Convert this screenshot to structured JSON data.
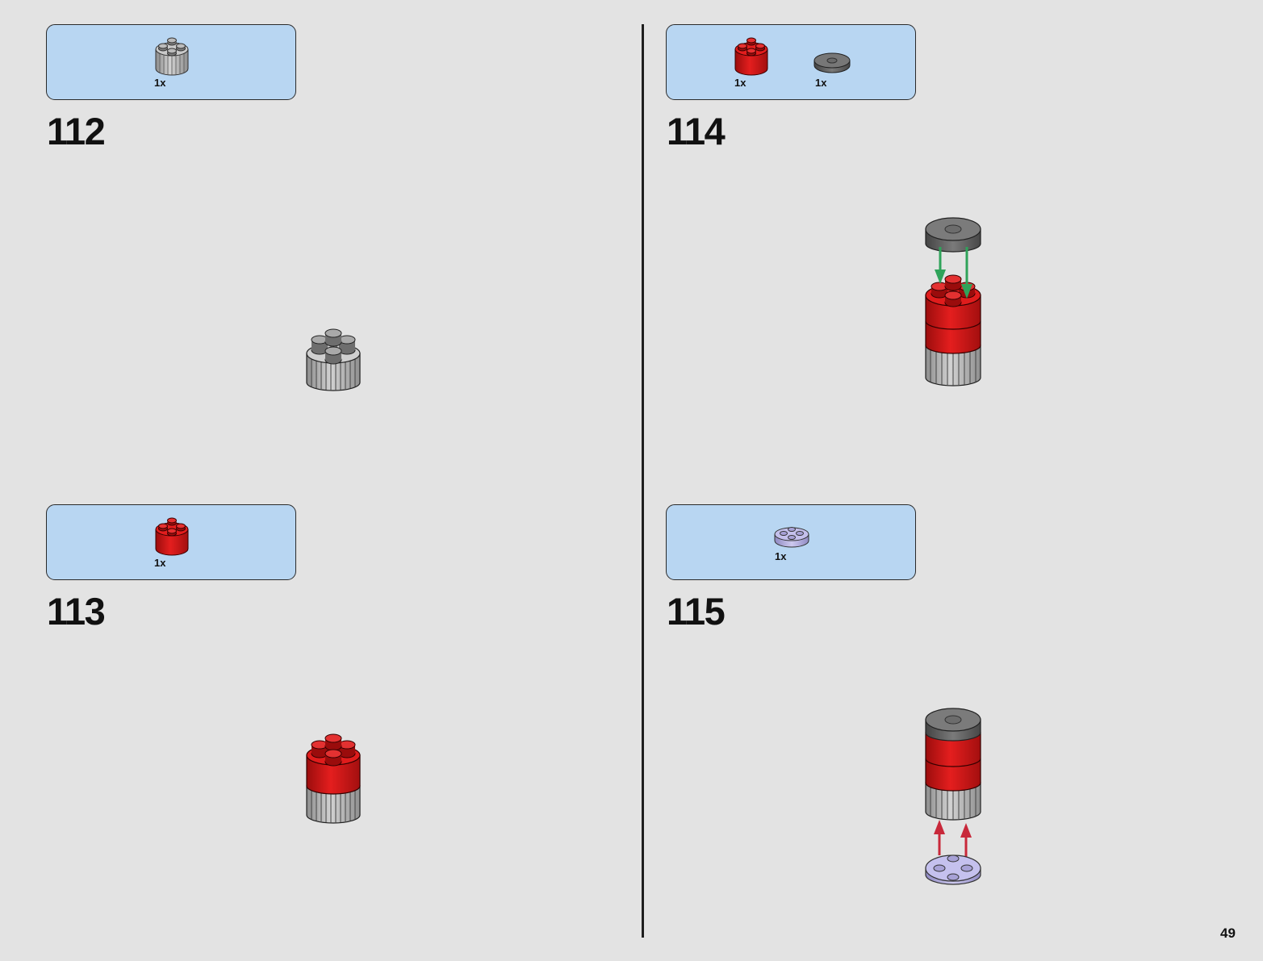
{
  "page_number": "49",
  "colors": {
    "red": "#d91a1a",
    "light_gray": "#b7b7b7",
    "dark_gray": "#6b6b6b",
    "lavender": "#b7b2df",
    "panel": "#b8d6f2"
  },
  "steps": [
    {
      "number": "112",
      "parts": [
        {
          "icon": "round-brick-2x2-light-gray-icon",
          "qty": "1x"
        }
      ]
    },
    {
      "number": "113",
      "parts": [
        {
          "icon": "round-brick-2x2-red-icon",
          "qty": "1x"
        }
      ]
    },
    {
      "number": "114",
      "parts": [
        {
          "icon": "round-brick-2x2-red-icon",
          "qty": "1x"
        },
        {
          "icon": "round-tile-2x2-dark-gray-icon",
          "qty": "1x"
        }
      ]
    },
    {
      "number": "115",
      "parts": [
        {
          "icon": "round-plate-2x2-lavender-icon",
          "qty": "1x"
        }
      ]
    }
  ]
}
